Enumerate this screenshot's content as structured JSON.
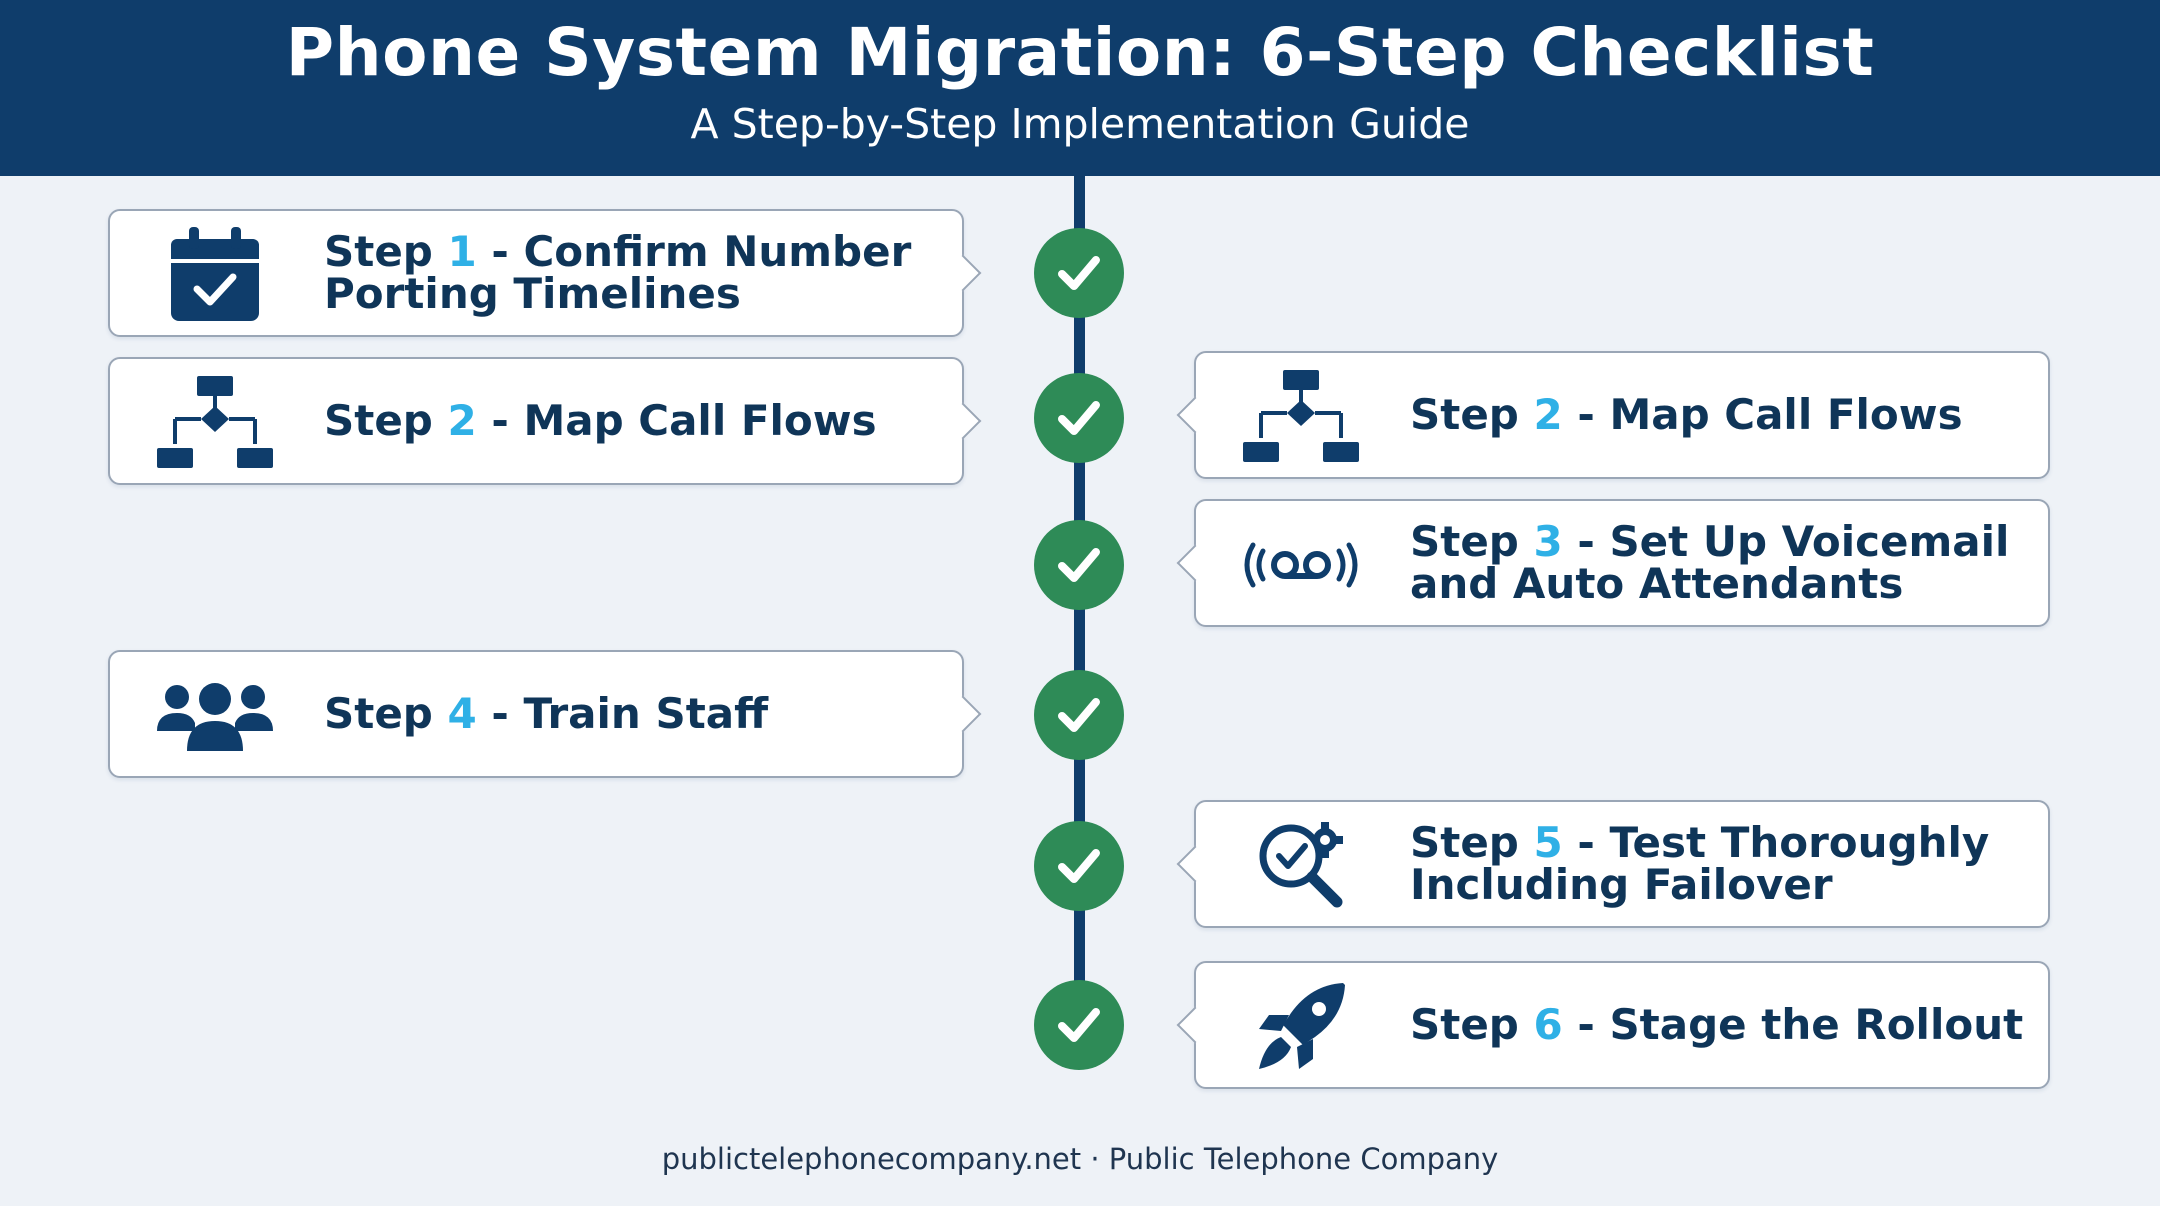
{
  "header": {
    "title": "Phone System Migration: 6-Step Checklist",
    "subtitle": "A Step-by-Step Implementation Guide"
  },
  "colors": {
    "header_bg": "#0f3d6b",
    "step_number": "#2fb0e6",
    "check_node": "#2e8b57",
    "text": "#0f3558"
  },
  "steps": [
    {
      "prefix": "Step",
      "number": "1",
      "title": "Confirm Number Porting Timelines",
      "side": "left",
      "icon": "calendar-check-icon"
    },
    {
      "prefix": "Step",
      "number": "2",
      "title": "Map Call Flows",
      "side": "left",
      "icon": "flowchart-icon"
    },
    {
      "prefix": "Step",
      "number": "2",
      "title": "Map Call Flows",
      "side": "right",
      "icon": "flowchart-icon"
    },
    {
      "prefix": "Step",
      "number": "3",
      "title": "Set Up Voicemail and Auto Attendants",
      "side": "right",
      "icon": "voicemail-icon"
    },
    {
      "prefix": "Step",
      "number": "4",
      "title": "Train Staff",
      "side": "left",
      "icon": "people-group-icon"
    },
    {
      "prefix": "Step",
      "number": "5",
      "title": "Test Thoroughly Including Failover",
      "side": "right",
      "icon": "magnifier-gear-icon"
    },
    {
      "prefix": "Step",
      "number": "6",
      "title": "Stage the Rollout",
      "side": "right",
      "icon": "rocket-icon"
    }
  ],
  "footer": {
    "text": "publictelephonecompany.net · Public Telephone Company"
  }
}
